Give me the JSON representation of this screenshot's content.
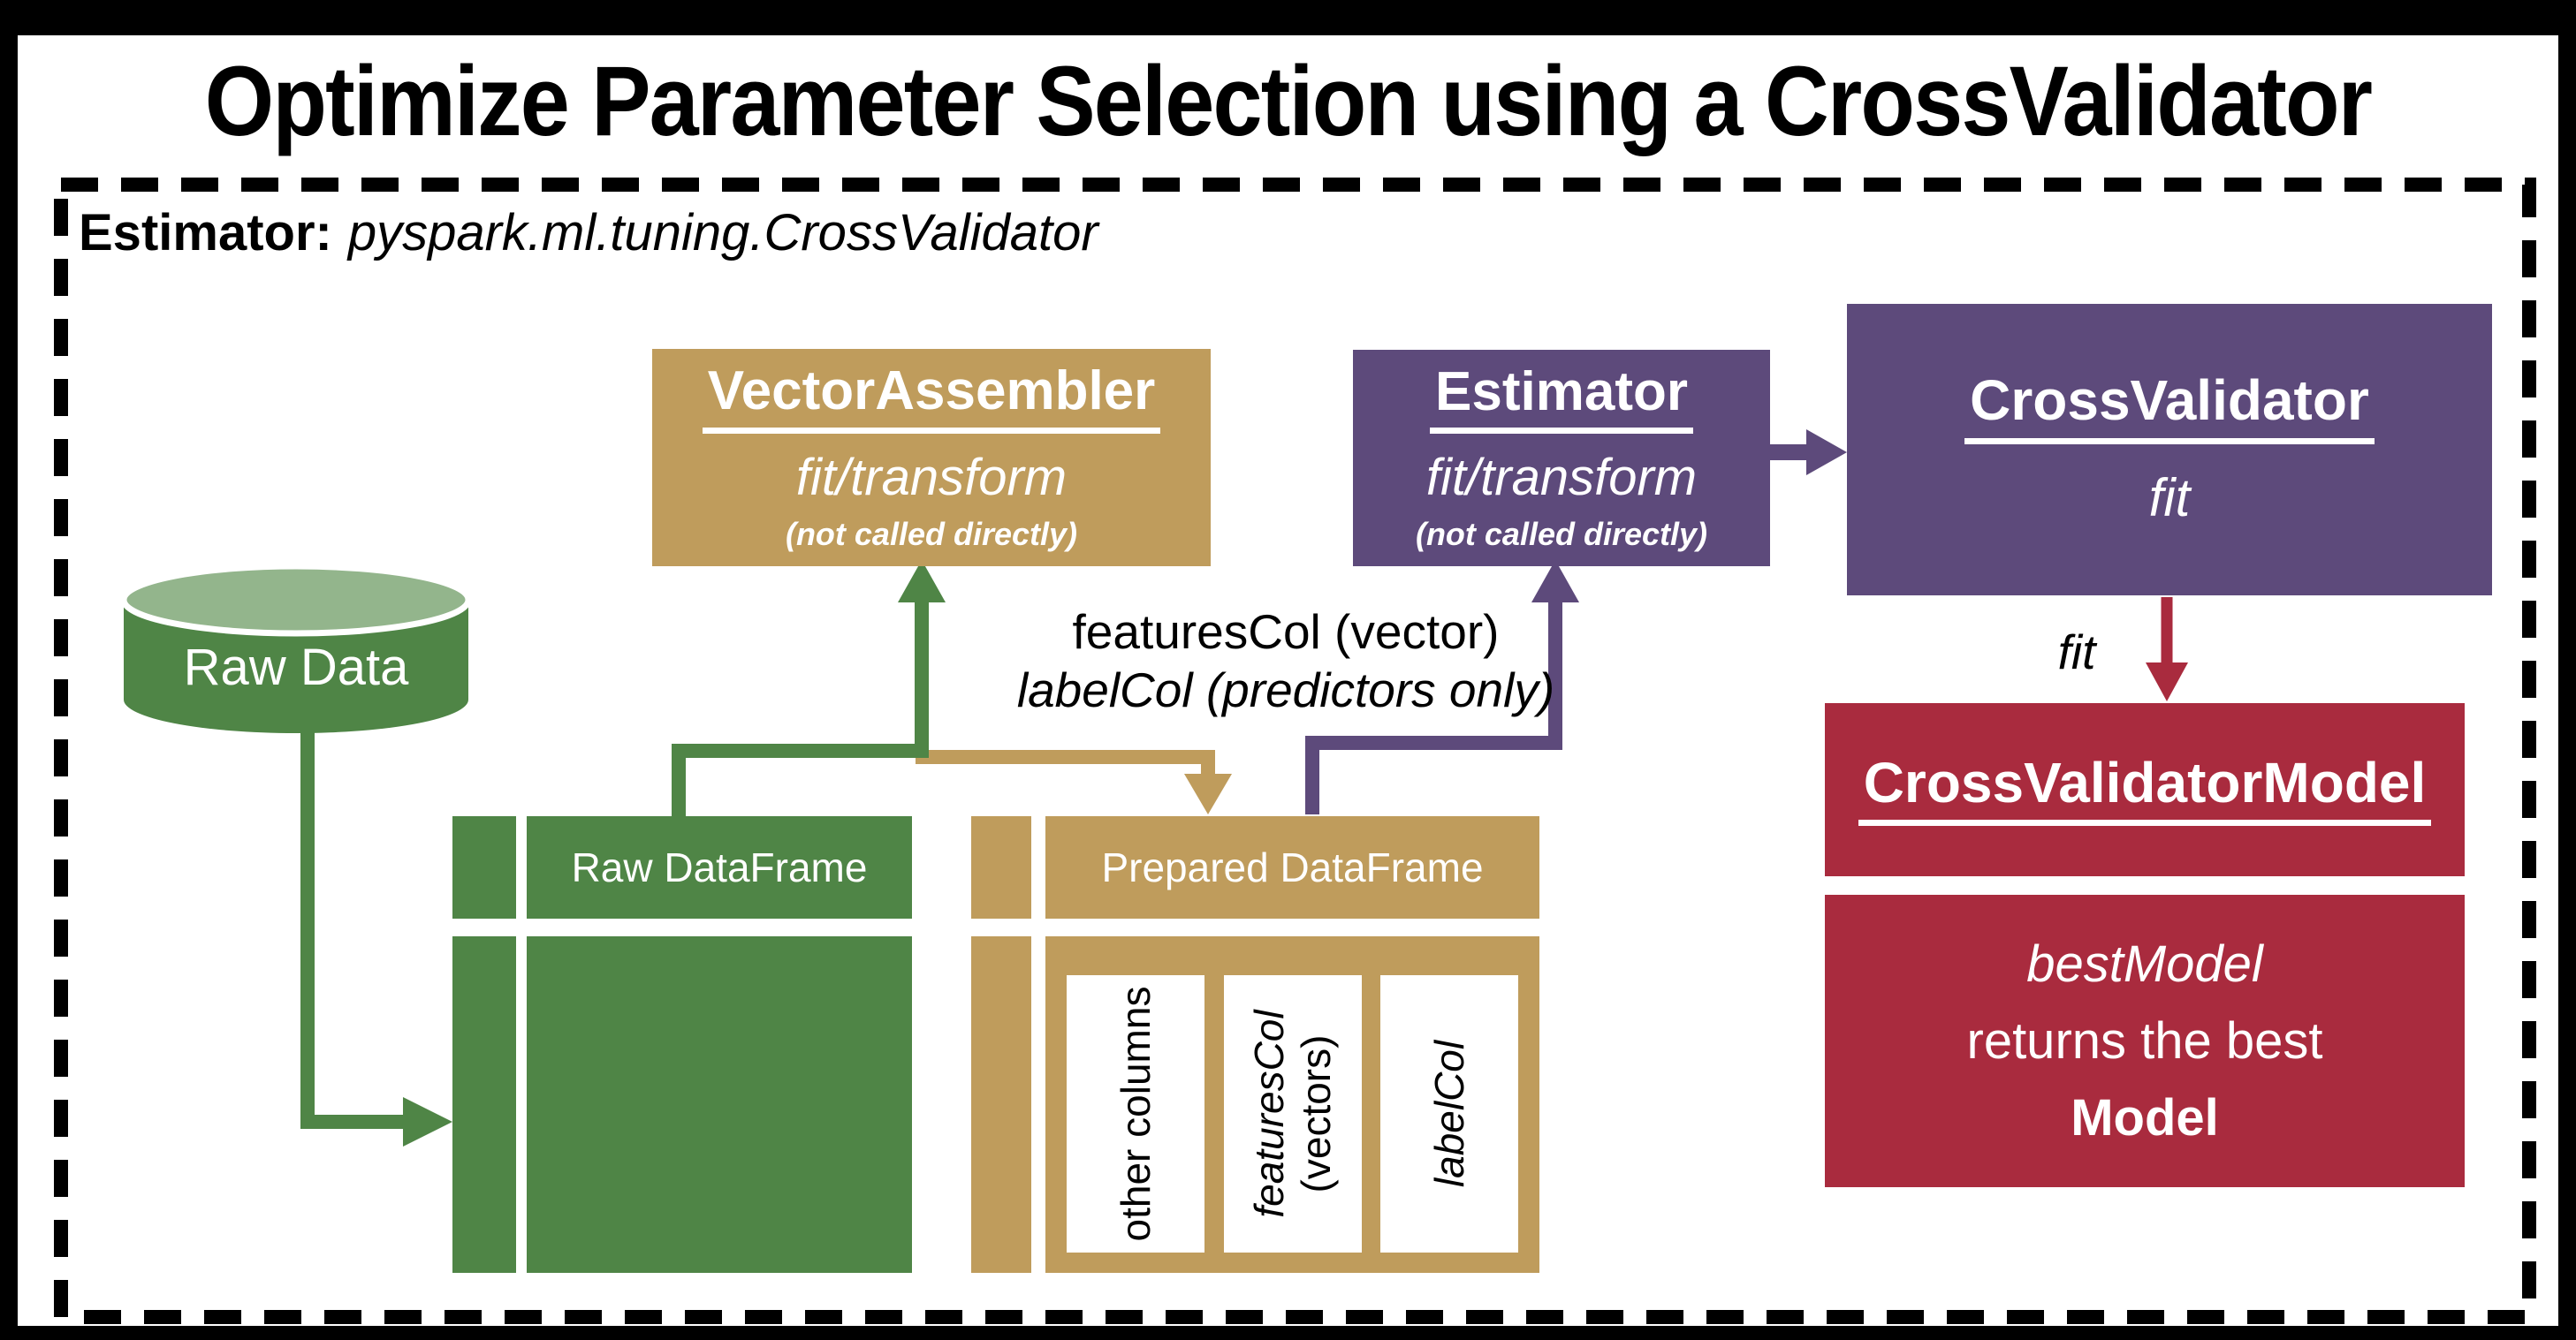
{
  "title": "Optimize Parameter Selection using a CrossValidator",
  "subtitle": {
    "label": "Estimator:",
    "value": "pyspark.ml.tuning.CrossValidator"
  },
  "nodes": {
    "vector_assembler": {
      "title": "VectorAssembler",
      "method": "fit/transform",
      "note": "(not called directly)"
    },
    "estimator": {
      "title": "Estimator",
      "method": "fit/transform",
      "note": "(not called directly)"
    },
    "cross_validator": {
      "title": "CrossValidator",
      "method": "fit"
    },
    "cross_validator_model": {
      "title": "CrossValidatorModel"
    },
    "best_model": {
      "line1": "bestModel",
      "line2": "returns the best",
      "line3": "Model"
    }
  },
  "datastore": {
    "label": "Raw Data"
  },
  "raw_table": {
    "header": "Raw DataFrame"
  },
  "prepared_table": {
    "header": "Prepared DataFrame",
    "columns": [
      {
        "name": "other columns",
        "sub": ""
      },
      {
        "name": "featuresCol",
        "sub": "(vectors)"
      },
      {
        "name": "labelCol",
        "sub": ""
      }
    ]
  },
  "annotations": {
    "features_line": "featuresCol (vector)",
    "label_line": "labelCol (predictors only)",
    "fit_arrow_label": "fit"
  },
  "colors": {
    "green": "#4F8546",
    "green_light": "#93B58C",
    "tan": "#BF9C5C",
    "purple": "#5D4A7B",
    "crimson": "#A92B3E",
    "black": "#000000",
    "white": "#FFFFFF"
  }
}
